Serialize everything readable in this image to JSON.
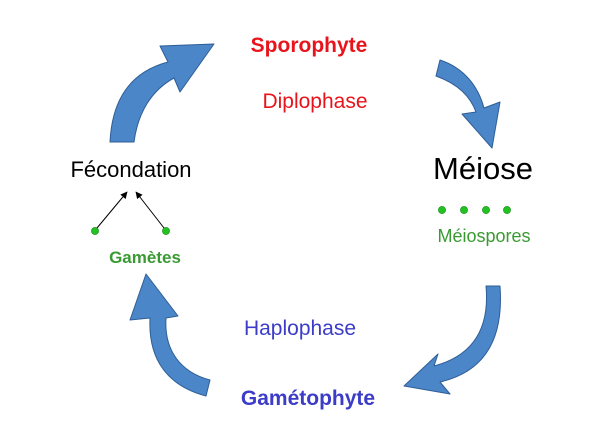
{
  "diagram": {
    "labels": {
      "sporophyte": "Sporophyte",
      "diplophase": "Diplophase",
      "meiose": "Méiose",
      "meiospores": "Méiospores",
      "haplophase": "Haplophase",
      "gametophyte": "Gamétophyte",
      "gametes": "Gamètes",
      "fecondation": "Fécondation"
    },
    "colors": {
      "sporophyte": "#e8141c",
      "diplophase": "#e8141c",
      "meiose": "#000000",
      "meiospores": "#3a9a32",
      "haplophase": "#3c3cc8",
      "gametophyte": "#3c3cc8",
      "gametes": "#3a9a32",
      "fecondation": "#000000",
      "arrow_fill": "#4a86c8",
      "arrow_stroke": "#2f5e96",
      "spore_dot": "#22c222",
      "gamete_dot": "#22c222"
    },
    "icons": {
      "cycle_arrow": "curved-arrow-icon",
      "spore_dot": "dot-icon",
      "fusion_arrow": "thin-arrow-icon"
    }
  }
}
